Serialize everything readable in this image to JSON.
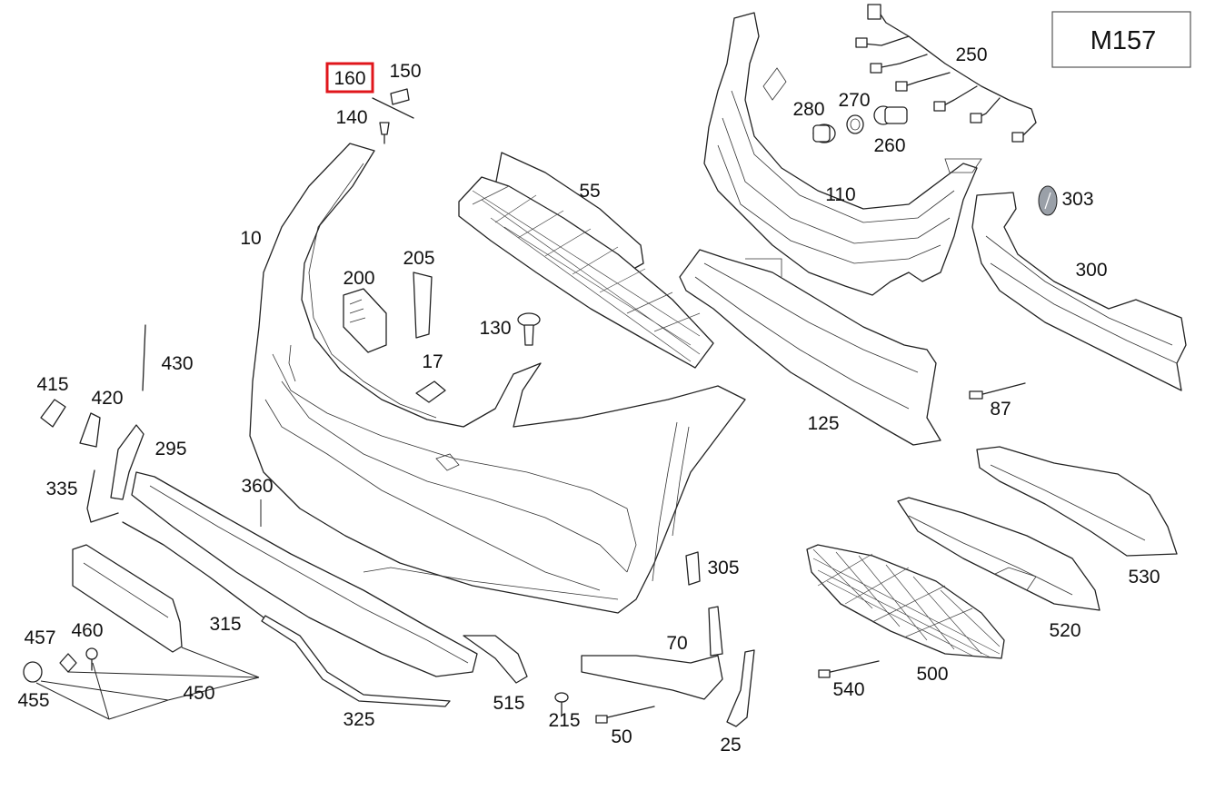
{
  "diagram": {
    "model_code": "M157",
    "highlight_color": "#e0161b",
    "highlighted_part": "160",
    "labels": {
      "p160": "160",
      "p150": "150",
      "p140": "140",
      "p10": "10",
      "p55": "55",
      "p280": "280",
      "p270": "270",
      "p260": "260",
      "p250": "250",
      "p110": "110",
      "p303": "303",
      "p300": "300",
      "p200": "200",
      "p205": "205",
      "p130": "130",
      "p17": "17",
      "p430": "430",
      "p415": "415",
      "p420": "420",
      "p295": "295",
      "p335": "335",
      "p360": "360",
      "p125": "125",
      "p87": "87",
      "p305": "305",
      "p530": "530",
      "p520": "520",
      "p500": "500",
      "p540": "540",
      "p70": "70",
      "p515": "515",
      "p215": "215",
      "p50": "50",
      "p25": "25",
      "p457": "457",
      "p460": "460",
      "p315": "315",
      "p450": "450",
      "p455": "455",
      "p325": "325"
    }
  }
}
